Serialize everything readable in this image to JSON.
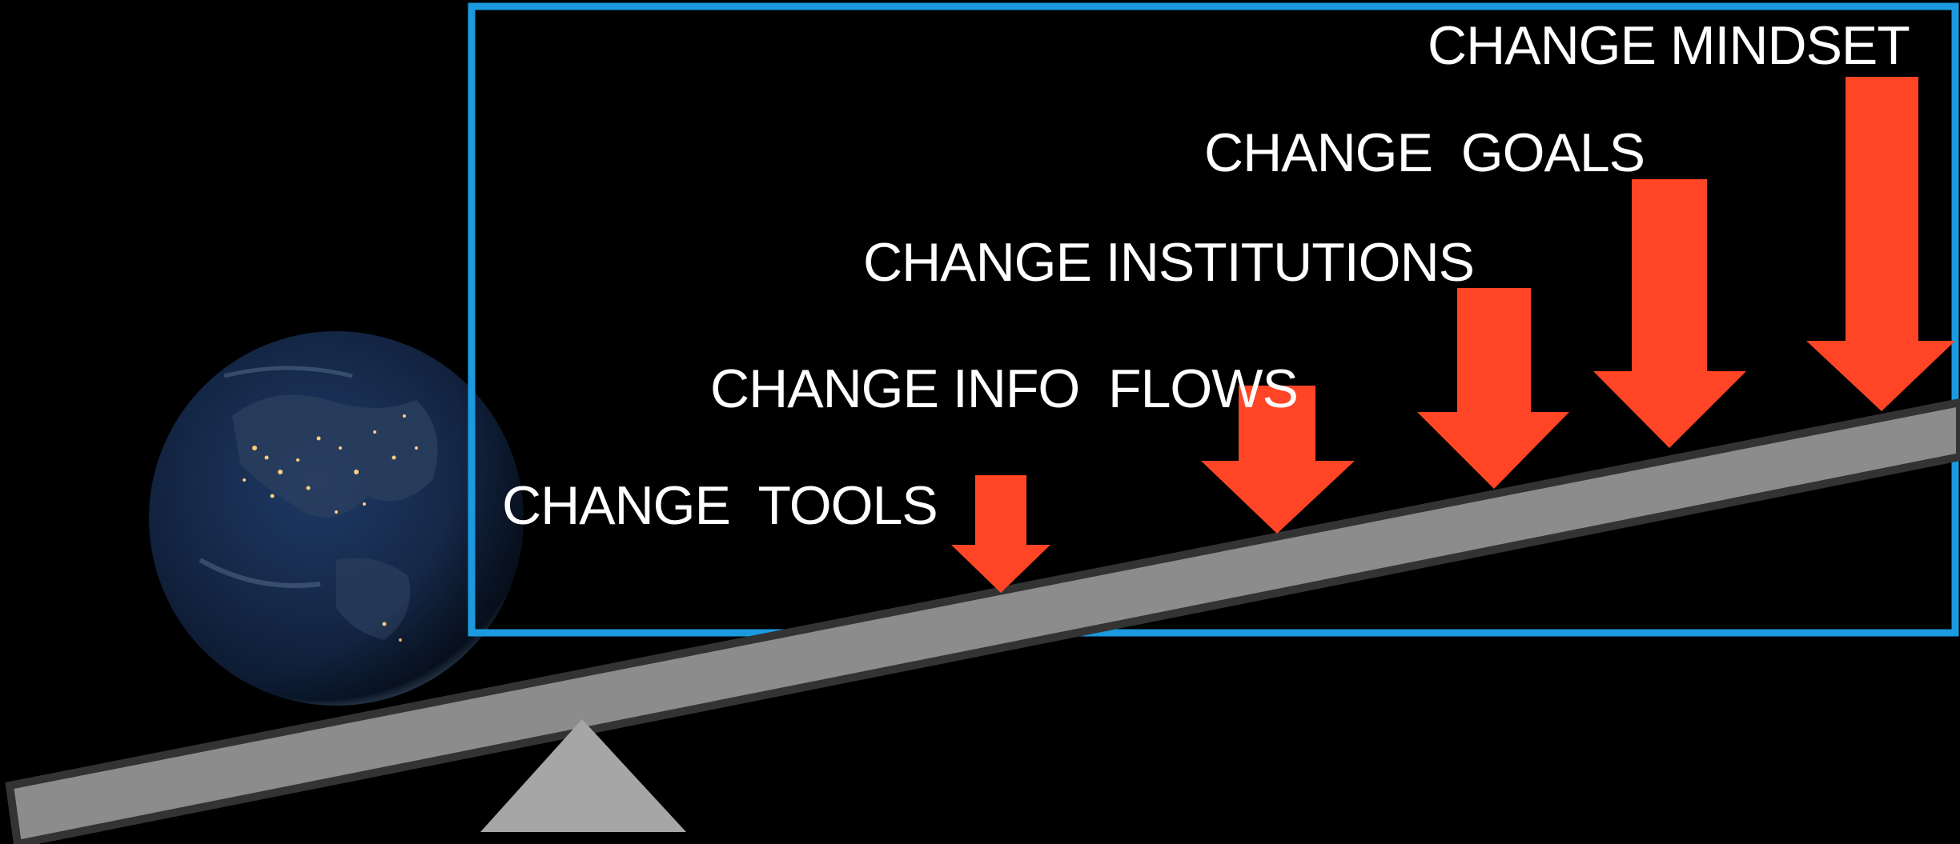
{
  "colors": {
    "background": "#000000",
    "highlight_box": "#1b9ae0",
    "arrow": "#ff4526",
    "lever": "#8c8c8c",
    "lever_outline": "#333333",
    "fulcrum": "#a6a6a6",
    "text": "#ffffff"
  },
  "illustration": {
    "icon": "earth-at-night"
  },
  "levers": [
    {
      "label": "CHANGE  TOOLS",
      "strength": 1
    },
    {
      "label": "CHANGE INFO  FLOWS",
      "strength": 2
    },
    {
      "label": "CHANGE INSTITUTIONS",
      "strength": 3
    },
    {
      "label": "CHANGE  GOALS",
      "strength": 4
    },
    {
      "label": "CHANGE MINDSET",
      "strength": 5
    }
  ]
}
